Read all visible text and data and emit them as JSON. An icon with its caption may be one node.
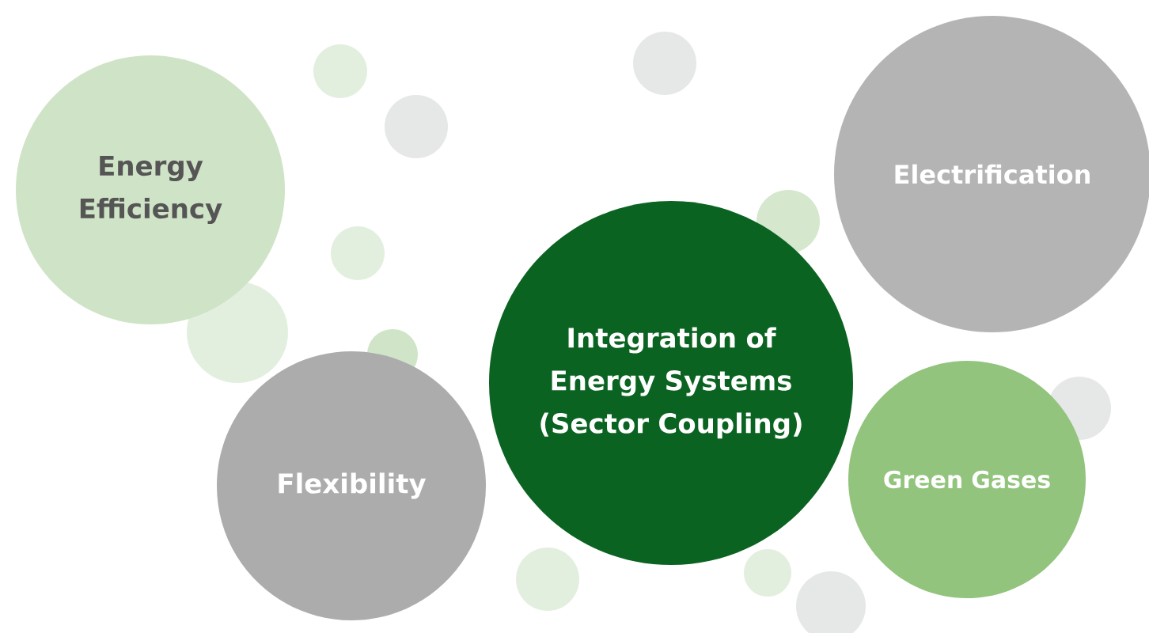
{
  "diagram": {
    "nodes": [
      {
        "text": [
          "Energy Efficiency"
        ]
      },
      {
        "text": [
          "Electrification"
        ]
      },
      {
        "text": [
          "Integration of Energy Systems (Sector Coupling)"
        ]
      },
      {
        "text": [
          "Flexibility"
        ]
      },
      {
        "text": [
          "Green Gases"
        ]
      }
    ]
  }
}
